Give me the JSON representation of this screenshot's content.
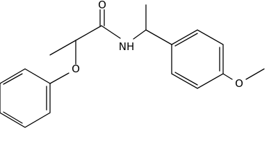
{
  "molecule": {
    "atoms": {
      "carbonyl_oxygen": "O",
      "amide_nitrogen": "NH",
      "ether_oxygen": "O",
      "methoxy_oxygen": "O"
    }
  }
}
